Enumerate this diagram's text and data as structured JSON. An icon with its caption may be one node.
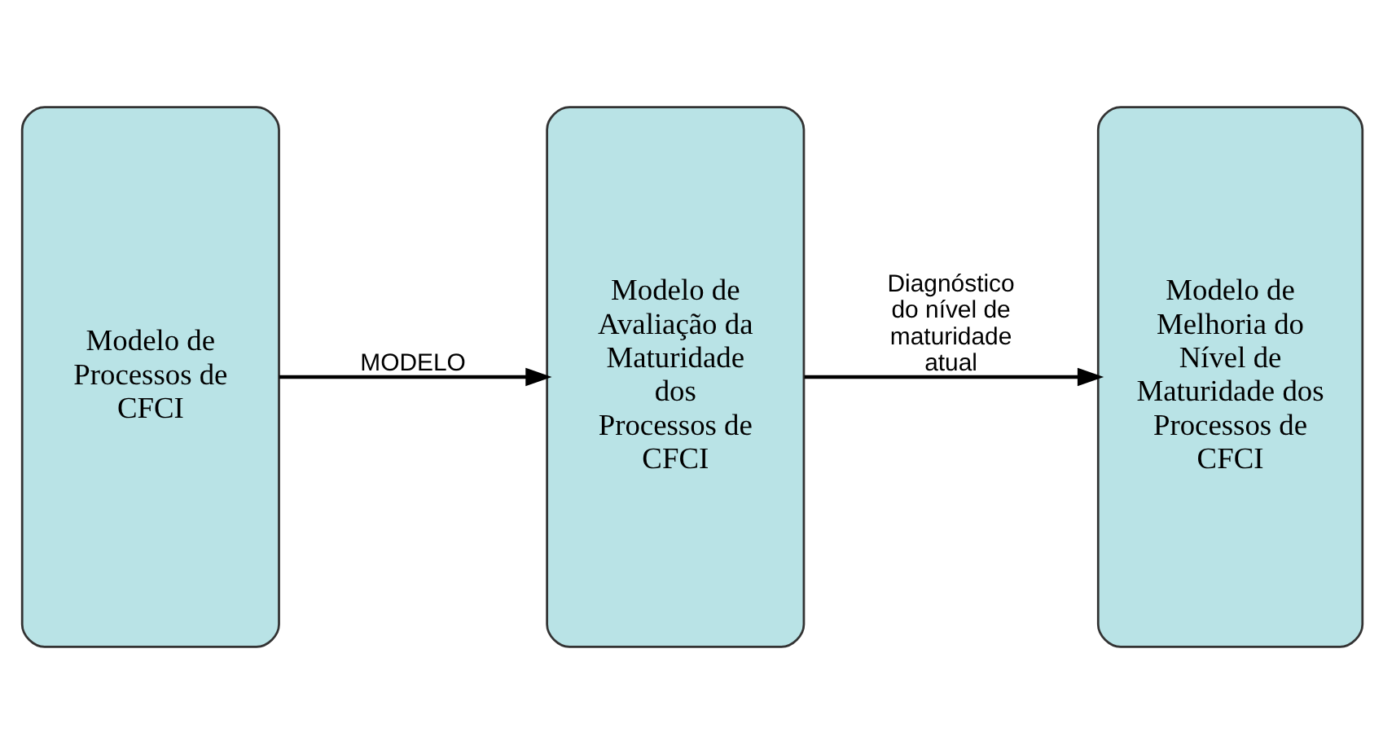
{
  "diagram": {
    "nodes": [
      {
        "text": [
          "Modelo de Processos de CFCI"
        ]
      },
      {
        "text": [
          "Modelo de Avaliação da Maturidade dos Processos de CFCI"
        ]
      },
      {
        "text": [
          "Modelo de Melhoria do Nível de Maturidade dos Processos de CFCI"
        ]
      }
    ],
    "edges": [
      {
        "from": 0,
        "to": 1,
        "arrow": "to",
        "label": "MODELO"
      },
      {
        "from": 1,
        "to": 2,
        "arrow": "to",
        "label": "Diagnóstico do nível de maturidade atual"
      }
    ]
  }
}
